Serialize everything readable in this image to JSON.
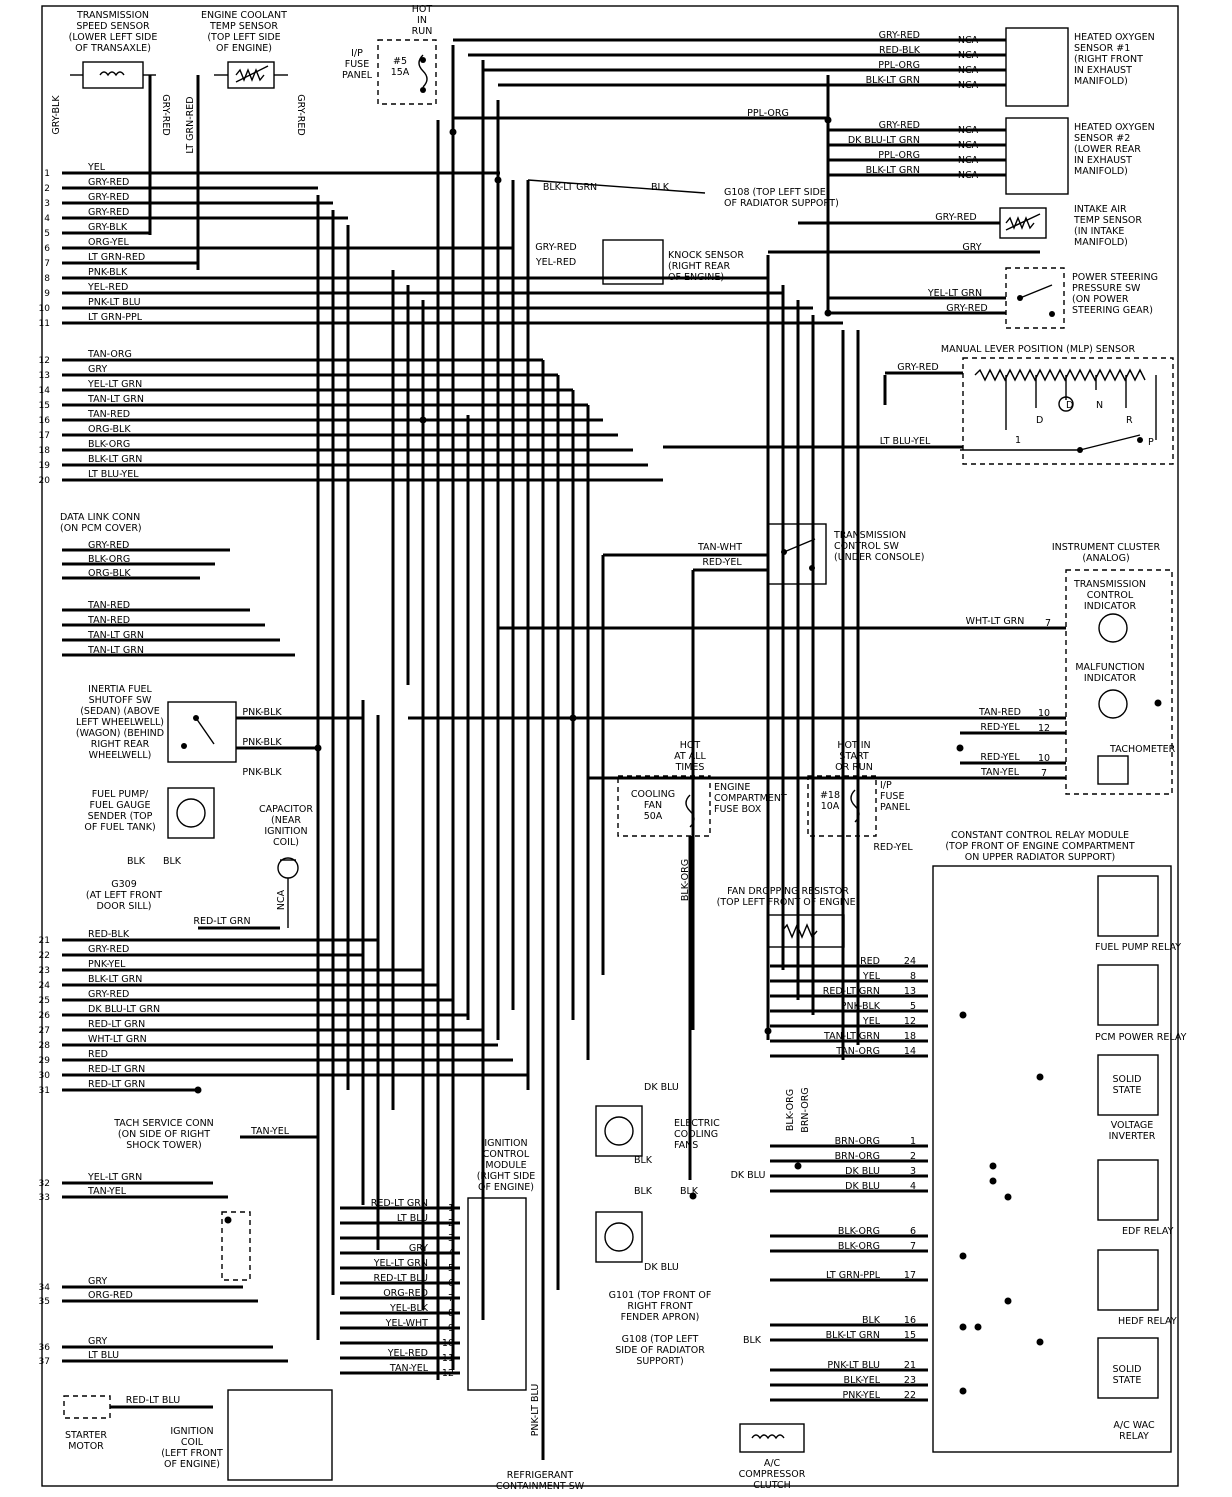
{
  "pcm_pins": [
    {
      "num": "1",
      "wire": "YEL"
    },
    {
      "num": "2",
      "wire": "GRY-RED"
    },
    {
      "num": "3",
      "wire": "GRY-RED"
    },
    {
      "num": "4",
      "wire": "GRY-RED"
    },
    {
      "num": "5",
      "wire": "GRY-BLK"
    },
    {
      "num": "6",
      "wire": "ORG-YEL"
    },
    {
      "num": "7",
      "wire": "LT GRN-RED"
    },
    {
      "num": "8",
      "wire": "PNK-BLK"
    },
    {
      "num": "9",
      "wire": "YEL-RED"
    },
    {
      "num": "10",
      "wire": "PNK-LT BLU"
    },
    {
      "num": "11",
      "wire": "LT GRN-PPL"
    },
    {
      "num": "12",
      "wire": "TAN-ORG"
    },
    {
      "num": "13",
      "wire": "GRY"
    },
    {
      "num": "14",
      "wire": "YEL-LT GRN"
    },
    {
      "num": "15",
      "wire": "TAN-LT GRN"
    },
    {
      "num": "16",
      "wire": "TAN-RED"
    },
    {
      "num": "17",
      "wire": "ORG-BLK"
    },
    {
      "num": "18",
      "wire": "BLK-ORG"
    },
    {
      "num": "19",
      "wire": "BLK-LT GRN"
    },
    {
      "num": "20",
      "wire": "LT BLU-YEL"
    },
    {
      "num": "21",
      "wire": "RED-BLK"
    },
    {
      "num": "22",
      "wire": "GRY-RED"
    },
    {
      "num": "23",
      "wire": "PNK-YEL"
    },
    {
      "num": "24",
      "wire": "BLK-LT GRN"
    },
    {
      "num": "25",
      "wire": "GRY-RED"
    },
    {
      "num": "26",
      "wire": "DK BLU-LT GRN"
    },
    {
      "num": "27",
      "wire": "RED-LT GRN"
    },
    {
      "num": "28",
      "wire": "WHT-LT GRN"
    },
    {
      "num": "29",
      "wire": "RED"
    },
    {
      "num": "30",
      "wire": "RED-LT GRN"
    },
    {
      "num": "31",
      "wire": "RED-LT GRN"
    },
    {
      "num": "32",
      "wire": "YEL-LT GRN"
    },
    {
      "num": "33",
      "wire": "TAN-YEL"
    },
    {
      "num": "34",
      "wire": "GRY"
    },
    {
      "num": "35",
      "wire": "ORG-RED"
    },
    {
      "num": "36",
      "wire": "GRY"
    },
    {
      "num": "37",
      "wire": "LT BLU"
    }
  ],
  "data_link": {
    "title": [
      "DATA LINK CONN",
      "(ON PCM COVER)"
    ],
    "wires": [
      "GRY-RED",
      "BLK-ORG",
      "ORG-BLK"
    ]
  },
  "tan_wires": [
    "TAN-RED",
    "TAN-RED",
    "TAN-LT GRN",
    "TAN-LT GRN"
  ],
  "sensors": {
    "trans_speed": [
      "TRANSMISSION",
      "SPEED SENSOR",
      "(LOWER LEFT SIDE",
      "OF TRANSAXLE)"
    ],
    "ect": [
      "ENGINE COOLANT",
      "TEMP SENSOR",
      "(TOP LEFT SIDE",
      "OF ENGINE)"
    ],
    "hot_in_run": [
      "HOT",
      "IN",
      "RUN"
    ],
    "ip_fuse": [
      "I/P",
      "FUSE",
      "PANEL"
    ],
    "fuse5": [
      "#5",
      "15A"
    ],
    "ho2s1": [
      "HEATED OXYGEN",
      "SENSOR #1",
      "(RIGHT FRONT",
      "IN EXHAUST",
      "MANIFOLD)"
    ],
    "ho2s2": [
      "HEATED OXYGEN",
      "SENSOR #2",
      "(LOWER REAR",
      "IN EXHAUST",
      "MANIFOLD)"
    ],
    "iat": [
      "INTAKE AIR",
      "TEMP SENSOR",
      "(IN INTAKE",
      "MANIFOLD)"
    ],
    "knock": [
      "KNOCK SENSOR",
      "(RIGHT REAR",
      "OF ENGINE)"
    ],
    "ps": [
      "POWER STEERING",
      "PRESSURE SW",
      "(ON POWER",
      "STEERING GEAR)"
    ],
    "mlp": "MANUAL LEVER POSITION (MLP) SENSOR",
    "g108a": [
      "G108 (TOP LEFT SIDE",
      "OF RADIATOR SUPPORT)"
    ],
    "tcs": [
      "TRANSMISSION",
      "CONTROL SW",
      "(UNDER CONSOLE)"
    ],
    "cluster": [
      "INSTRUMENT CLUSTER",
      "(ANALOG)"
    ],
    "tci": [
      "TRANSMISSION",
      "CONTROL",
      "INDICATOR"
    ],
    "mil": [
      "MALFUNCTION",
      "INDICATOR"
    ],
    "tach": "TACHOMETER",
    "inertia": [
      "INERTIA FUEL",
      "SHUTOFF SW",
      "(SEDAN) (ABOVE",
      "LEFT WHEELWELL)",
      "(WAGON) (BEHIND",
      "RIGHT REAR",
      "WHEELWELL)"
    ],
    "fuel_pump": [
      "FUEL PUMP/",
      "FUEL GAUGE",
      "SENDER (TOP",
      "OF FUEL TANK)"
    ],
    "capacitor": [
      "CAPACITOR",
      "(NEAR",
      "IGNITION",
      "COIL)"
    ],
    "g309": [
      "G309",
      "(AT LEFT FRONT",
      "DOOR SILL)"
    ],
    "hot_all": [
      "HOT",
      "AT ALL",
      "TIMES"
    ],
    "cooling_fan": [
      "COOLING",
      "FAN",
      "50A"
    ],
    "ecfb": [
      "ENGINE",
      "COMPARTMENT",
      "FUSE BOX"
    ],
    "hot_start": [
      "HOT IN",
      "START",
      "OR RUN"
    ],
    "fuse18": [
      "#18",
      "10A"
    ],
    "ip_fuse2": [
      "I/P",
      "FUSE",
      "PANEL"
    ],
    "ccrm": [
      "CONSTANT CONTROL RELAY MODULE",
      "(TOP FRONT OF ENGINE COMPARTMENT",
      "ON UPPER RADIATOR SUPPORT)"
    ],
    "fan_resistor": [
      "FAN DROPPING RESISTOR",
      "(TOP LEFT FRONT OF ENGINE)"
    ],
    "tach_conn": [
      "TACH SERVICE CONN",
      "(ON SIDE OF RIGHT",
      "SHOCK TOWER)"
    ],
    "icm": [
      "IGNITION",
      "CONTROL",
      "MODULE",
      "(RIGHT SIDE",
      "OF ENGINE)"
    ],
    "fans": [
      "ELECTRIC",
      "COOLING",
      "FANS"
    ],
    "g101": [
      "G101 (TOP FRONT OF",
      "RIGHT FRONT",
      "FENDER APRON)"
    ],
    "g108b": [
      "G108 (TOP LEFT",
      "SIDE OF RADIATOR",
      "SUPPORT)"
    ],
    "starter": [
      "STARTER",
      "MOTOR"
    ],
    "coil": [
      "IGNITION",
      "COIL",
      "(LEFT FRONT",
      "OF ENGINE)"
    ],
    "refrig": [
      "REFRIGERANT",
      "CONTAINMENT SW"
    ],
    "ac_clutch": [
      "A/C",
      "COMPRESSOR",
      "CLUTCH"
    ]
  },
  "relays": {
    "fuel_pump": "FUEL PUMP RELAY",
    "pcm_power": "PCM POWER RELAY",
    "solid_state": [
      "SOLID",
      "STATE"
    ],
    "voltage_inverter": [
      "VOLTAGE",
      "INVERTER"
    ],
    "edf": "EDF RELAY",
    "hedf": "HEDF RELAY",
    "ac_wac": [
      "A/C WAC",
      "RELAY"
    ]
  },
  "ccrm_pins": [
    {
      "wire": "RED",
      "num": "24"
    },
    {
      "wire": "YEL",
      "num": "8"
    },
    {
      "wire": "RED-LT GRN",
      "num": "13"
    },
    {
      "wire": "PNK-BLK",
      "num": "5"
    },
    {
      "wire": "YEL",
      "num": "12"
    },
    {
      "wire": "TAN-LT GRN",
      "num": "18"
    },
    {
      "wire": "TAN-ORG",
      "num": "14"
    },
    {
      "wire": "BRN-ORG",
      "num": "1"
    },
    {
      "wire": "BRN-ORG",
      "num": "2"
    },
    {
      "wire": "DK BLU",
      "num": "3"
    },
    {
      "wire": "DK BLU",
      "num": "4"
    },
    {
      "wire": "BLK-ORG",
      "num": "6"
    },
    {
      "wire": "BLK-ORG",
      "num": "7"
    },
    {
      "wire": "LT GRN-PPL",
      "num": "17"
    },
    {
      "wire": "BLK",
      "num": "16"
    },
    {
      "wire": "BLK-LT GRN",
      "num": "15"
    },
    {
      "wire": "PNK-LT BLU",
      "num": "21"
    },
    {
      "wire": "BLK-YEL",
      "num": "23"
    },
    {
      "wire": "PNK-YEL",
      "num": "22"
    }
  ],
  "icm_pins": [
    {
      "wire": "RED-LT GRN",
      "num": "1"
    },
    {
      "wire": "LT BLU",
      "num": "2"
    },
    {
      "wire": "",
      "num": "3"
    },
    {
      "wire": "GRY",
      "num": "4"
    },
    {
      "wire": "YEL-LT GRN",
      "num": "5"
    },
    {
      "wire": "RED-LT BLU",
      "num": "6"
    },
    {
      "wire": "ORG-RED",
      "num": "7"
    },
    {
      "wire": "YEL-BLK",
      "num": "8"
    },
    {
      "wire": "YEL-WHT",
      "num": "9"
    },
    {
      "wire": "",
      "num": "10"
    },
    {
      "wire": "YEL-RED",
      "num": "11"
    },
    {
      "wire": "TAN-YEL",
      "num": "12"
    }
  ],
  "o2_wires": {
    "s1": [
      {
        "w": "GRY-RED",
        "c": "NCA"
      },
      {
        "w": "RED-BLK",
        "c": "NCA"
      },
      {
        "w": "PPL-ORG",
        "c": "NCA"
      },
      {
        "w": "BLK-LT GRN",
        "c": "NCA"
      }
    ],
    "s2": [
      {
        "w": "GRY-RED",
        "c": "NCA"
      },
      {
        "w": "DK BLU-LT GRN",
        "c": "NCA"
      },
      {
        "w": "PPL-ORG",
        "c": "NCA"
      },
      {
        "w": "BLK-LT GRN",
        "c": "NCA"
      }
    ]
  },
  "misc": {
    "ppl_org": "PPL-ORG",
    "gry_red": "GRY-RED",
    "gry": "GRY",
    "blk_lt_grn": "BLK-LT GRN",
    "blk": "BLK",
    "knock_w1": "GRY-RED",
    "knock_w2": "YEL-RED",
    "ps_w1": "YEL-LT GRN",
    "ps_w2": "GRY-RED",
    "mlp_w1": "GRY-RED",
    "mlp_w2": "LT BLU-YEL",
    "mlp_d": "D",
    "mlp_od": "D",
    "mlp_n": "N",
    "mlp_r": "R",
    "mlp_1": "1",
    "mlp_p": "P",
    "tcs_w1": "TAN-WHT",
    "tcs_w2": "RED-YEL",
    "clu_w1": "WHT-LT GRN",
    "clu_p1": "7",
    "clu_w2": "TAN-RED",
    "clu_p2": "10",
    "clu_w3": "RED-YEL",
    "clu_p3": "12",
    "clu_w4": "RED-YEL",
    "clu_p4": "10",
    "clu_w5": "TAN-YEL",
    "clu_p5": "7",
    "ts_w1": "GRY-BLK",
    "ts_w2": "GRY-RED",
    "ect_w1": "LT GRN-RED",
    "ect_w2": "GRY-RED",
    "inertia_w1": "PNK-BLK",
    "inertia_w2": "PNK-BLK",
    "inertia_w3": "PNK-BLK",
    "fp_w1": "BLK",
    "fp_w2": "BLK",
    "cap_w": "RED-LT GRN",
    "cap_nca": "NCA",
    "fan_w": "BLK-ORG",
    "fan_dkblu": "DK BLU",
    "fan_blk": "BLK",
    "fan_blk2": "BLK",
    "fan_blk3": "BLK",
    "fan_dkblu2": "DK BLU",
    "fan_dkblu3": "DK BLU",
    "ccrm_blkorg1": "BLK-ORG",
    "ccrm_brnorg": "BRN-ORG",
    "fuse18_w": "RED-YEL",
    "tach_w": "TAN-YEL",
    "starter_w": "RED-LT BLU",
    "refrig_w": "PNK-LT BLU",
    "g108_blk": "BLK",
    "g108b_w": "BLK"
  }
}
